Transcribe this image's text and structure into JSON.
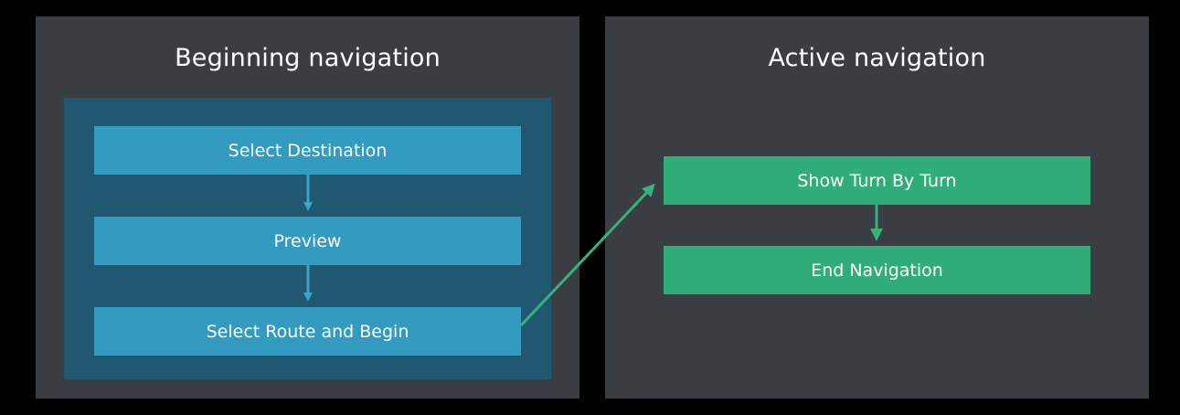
{
  "diagram": {
    "left_panel": {
      "title": "Beginning navigation",
      "steps": [
        {
          "label": "Select Destination"
        },
        {
          "label": "Preview"
        },
        {
          "label": "Select Route and Begin"
        }
      ]
    },
    "right_panel": {
      "title": "Active navigation",
      "steps": [
        {
          "label": "Show Turn By Turn"
        },
        {
          "label": "End Navigation"
        }
      ]
    },
    "colors": {
      "background": "#000000",
      "panel": "#3a3e43",
      "group_box": "#1f5870",
      "blue_step": "#339ac0",
      "blue_arrow": "#3aa3cc",
      "green_step": "#31ad78",
      "green_arrow": "#34b47c",
      "text": "#ffffff"
    },
    "edges": [
      {
        "from": "Select Destination",
        "to": "Preview"
      },
      {
        "from": "Preview",
        "to": "Select Route and Begin"
      },
      {
        "from": "Select Route and Begin",
        "to": "Show Turn By Turn"
      },
      {
        "from": "Show Turn By Turn",
        "to": "End Navigation"
      }
    ]
  }
}
